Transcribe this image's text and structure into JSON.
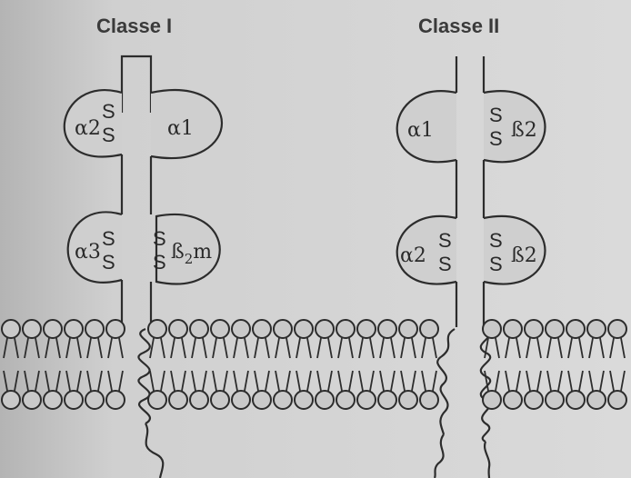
{
  "titles": {
    "class1": "Classe I",
    "class2": "Classe II"
  },
  "class1": {
    "domains": {
      "alpha2": "α2",
      "alpha1": "α1",
      "alpha3": "α3",
      "b2m_main": "ß",
      "b2m_sub": "2",
      "b2m_end": "m"
    },
    "disulfide": [
      "S",
      "S"
    ]
  },
  "class2": {
    "domains": {
      "alpha1": "α1",
      "beta1": "ß2",
      "alpha2": "α2",
      "beta2": "ß2"
    },
    "disulfide": [
      "S",
      "S"
    ]
  },
  "colors": {
    "ink": "#2c2c2c",
    "background": "#d4d4d4",
    "domain_fill": "#cfcfcf"
  }
}
